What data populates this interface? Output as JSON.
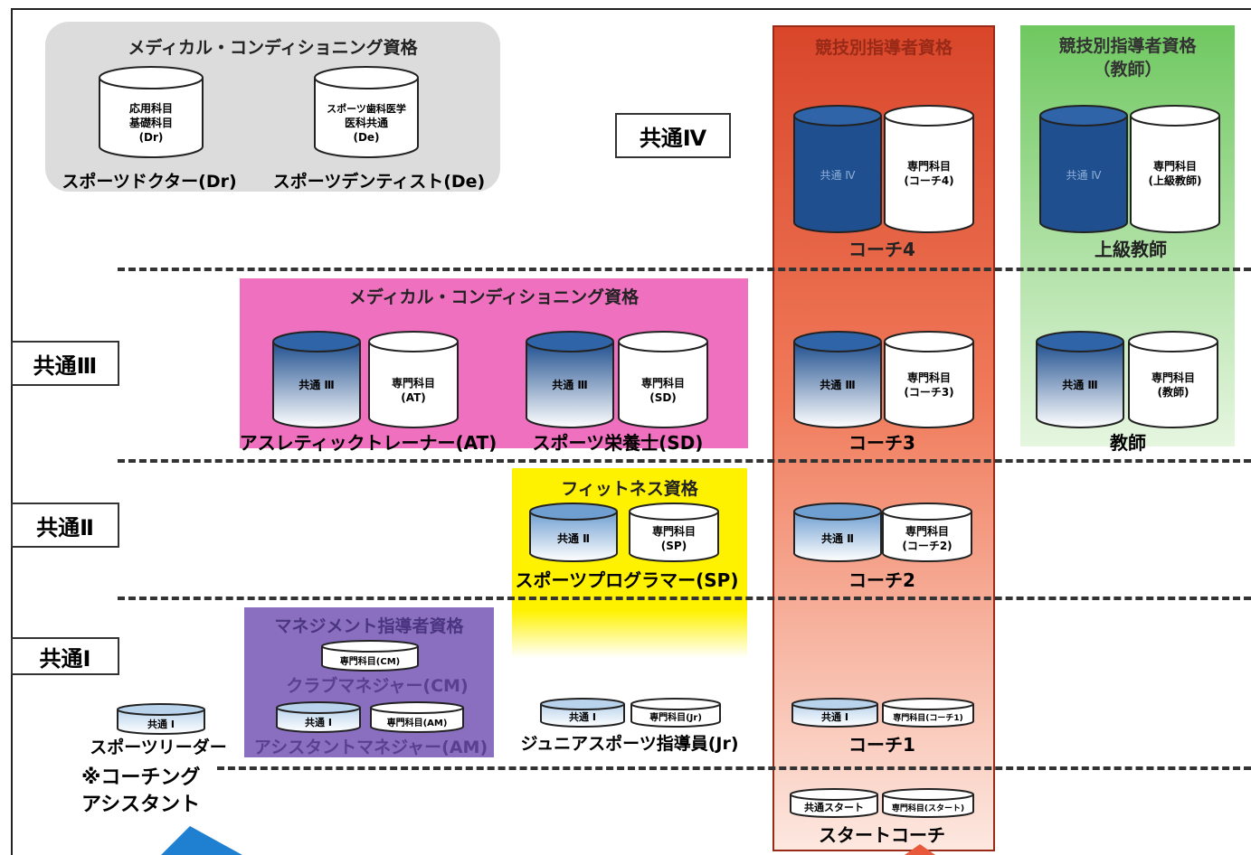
{
  "levels": {
    "iv": "共通Ⅳ",
    "iii": "共通Ⅲ",
    "ii": "共通Ⅱ",
    "i": "共通Ⅰ"
  },
  "medical_top": {
    "title": "メディカル・コンディショニング資格",
    "doctor": {
      "cyl_lines": [
        "応用科目",
        "基礎科目",
        "(Dr)"
      ],
      "label": "スポーツドクター(Dr)"
    },
    "dentist": {
      "cyl_lines": [
        "スポーツ歯科医学",
        "医科共通",
        "(De)"
      ],
      "label": "スポーツデンティスト(De)"
    }
  },
  "medical_mid": {
    "title": "メディカル・コンディショニング資格",
    "at": {
      "common": "共通 Ⅲ",
      "special": [
        "専門科目",
        "(AT)"
      ],
      "label": "アスレティックトレーナー(AT)"
    },
    "sd": {
      "common": "共通 Ⅲ",
      "special": [
        "専門科目",
        "(SD)"
      ],
      "label": "スポーツ栄養士(SD)"
    }
  },
  "fitness": {
    "title": "フィットネス資格",
    "sp": {
      "common": "共通 Ⅱ",
      "special": [
        "専門科目",
        "(SP)"
      ],
      "label": "スポーツプログラマー(SP)"
    },
    "jr": {
      "common": "共通 Ⅰ",
      "special": "専門科目(Jr)",
      "label": "ジュニアスポーツ指導員(Jr)"
    }
  },
  "management": {
    "title": "マネジメント指導者資格",
    "cm": {
      "special": "専門科目(CM)",
      "label": "クラブマネジャー(CM)"
    },
    "am": {
      "common": "共通 Ⅰ",
      "special": "専門科目(AM)",
      "label": "アシスタントマネジャー(AM)"
    }
  },
  "leader": {
    "common": "共通 Ⅰ",
    "label": "スポーツリーダー",
    "note_lines": [
      "※コーチング",
      "アシスタント"
    ]
  },
  "coach": {
    "title": "競技別指導者資格",
    "coach4": {
      "common": "共通 Ⅳ",
      "special": [
        "専門科目",
        "(コーチ4)"
      ],
      "label": "コーチ4"
    },
    "coach3": {
      "common": "共通 Ⅲ",
      "special": [
        "専門科目",
        "(コーチ3)"
      ],
      "label": "コーチ3"
    },
    "coach2": {
      "common": "共通 Ⅱ",
      "special": [
        "専門科目",
        "(コーチ2)"
      ],
      "label": "コーチ2"
    },
    "coach1": {
      "common": "共通 Ⅰ",
      "special": "専門科目(コーチ1)",
      "label": "コーチ1"
    },
    "start": {
      "common": "共通スタート",
      "special": "専門科目(スタート)",
      "label": "スタートコーチ"
    }
  },
  "teacher": {
    "title_lines": [
      "競技別指導者資格",
      "（教師）"
    ],
    "senior": {
      "common": "共通 Ⅳ",
      "special": [
        "専門科目",
        "(上級教師)"
      ],
      "label": "上級教師"
    },
    "teacher": {
      "common": "共通 Ⅲ",
      "special": [
        "専門科目",
        "(教師)"
      ],
      "label": "教師"
    }
  },
  "colors": {
    "cyl_blue_dark": "#1f4f8f",
    "medical_top_bg": "#dcdcdc",
    "medical_mid_bg": "#f070c0",
    "fitness_bg": "#ffff00",
    "management_bg": "#8a6fc0",
    "coach_bg": "#e8583a",
    "teacher_bg": "#7fcf6f"
  }
}
